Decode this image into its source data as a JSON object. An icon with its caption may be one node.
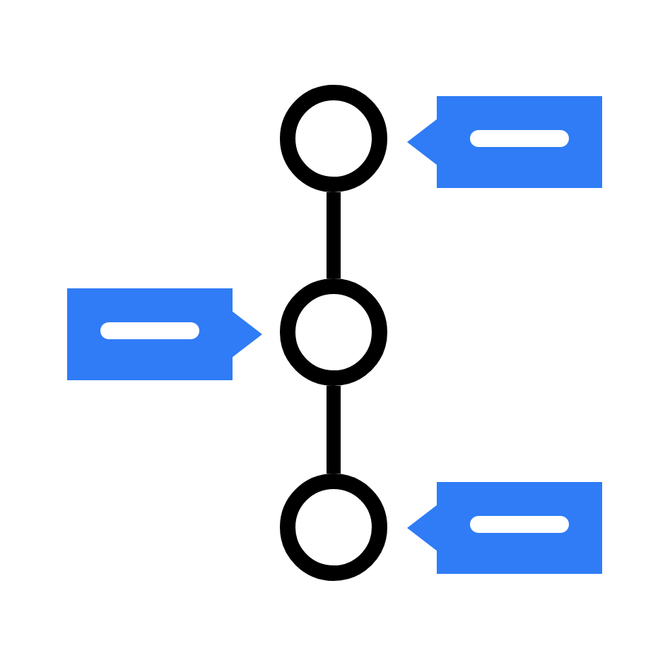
{
  "diagram": {
    "nodes": [
      {
        "text": [],
        "shape": "circle"
      },
      {
        "text": [],
        "shape": "box"
      },
      {
        "text": [],
        "shape": "box"
      },
      {
        "text": [],
        "shape": "circle"
      },
      {
        "text": [],
        "shape": "circle"
      },
      {
        "text": [],
        "shape": "box"
      }
    ],
    "edges": [
      {
        "from": 0,
        "to": 3,
        "arrow": "none"
      },
      {
        "from": 3,
        "to": 4,
        "arrow": "none"
      }
    ]
  }
}
